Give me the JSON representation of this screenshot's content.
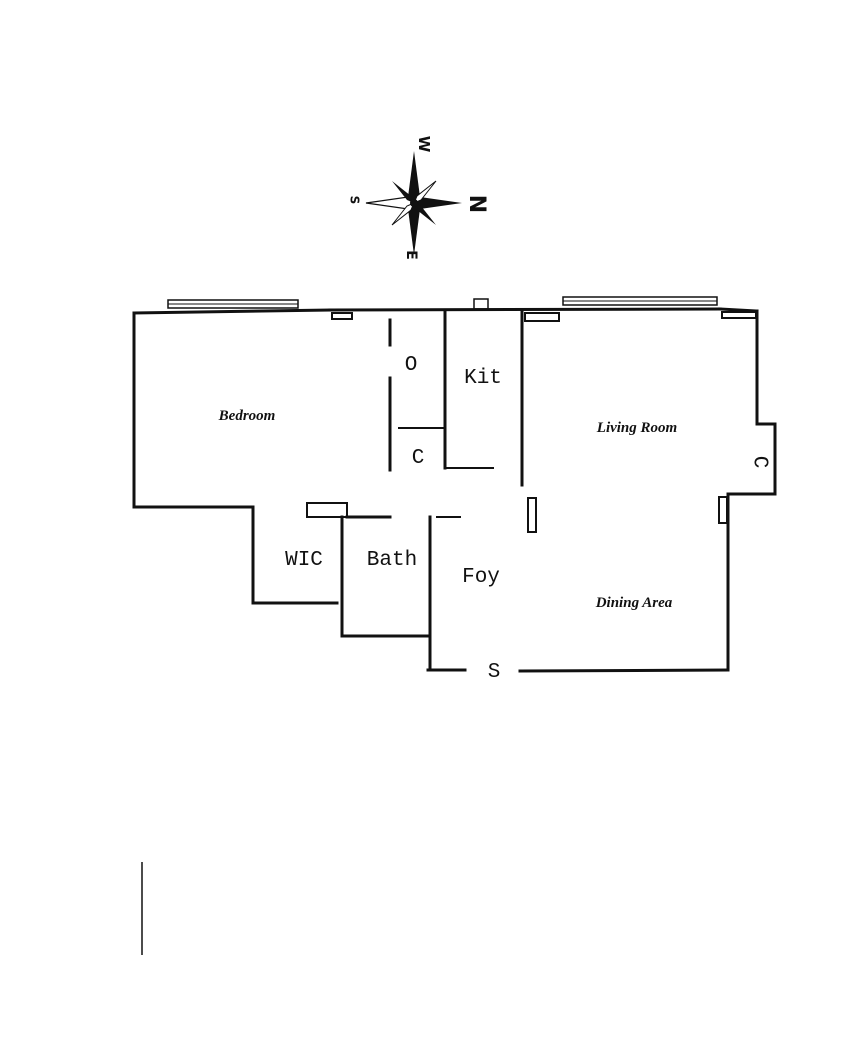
{
  "compass": {
    "north": "N",
    "south": "S",
    "east": "E",
    "west": "W"
  },
  "rooms": {
    "bedroom": "Bedroom",
    "living_room": "Living Room",
    "dining_area": "Dining Area",
    "kitchen": "Kit",
    "closet_top": "O",
    "closet_c": "C",
    "walk_in_closet": "WIC",
    "bath": "Bath",
    "foyer": "Foy",
    "entry": "S",
    "living_closet": "C"
  }
}
